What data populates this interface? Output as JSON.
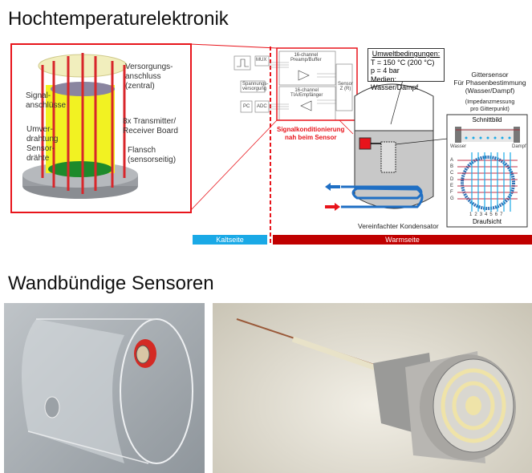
{
  "section1": {
    "title": "Hochtemperaturelektronik",
    "left_figure": {
      "labels": [
        "Versorgungs-\nanschluss\n(zentral)",
        "Signal-\nanschlüsse",
        "8x Transmitter/\nReceiver Board",
        "Umver-\ndrahtung\nSensor-\ndrähte",
        "Flansch\n(sensorseitig)"
      ]
    },
    "block_diagram": {
      "mux": "MUX",
      "power": "Spannungs-\nversorgung",
      "pc": "PC",
      "adc": "ADC",
      "preamp": "16-channel\nPreamp/Buffer",
      "tia": "16-channel\nTIA/Empfänger",
      "sensor": "Sensor\nZ (R)"
    },
    "signal_note": "Signalkonditionierung\nnah beim Sensor",
    "conditions": {
      "heading": "Umweltbedingungen:",
      "lines": [
        "T = 150 °C (200 °C)",
        "p = 4 bar",
        "Medien: Wasser/Dampf"
      ]
    },
    "grid_sensor": {
      "title": "Gittersensor\nFür Phasenbestimmung\n(Wasser/Dampf)",
      "note": "(Impedanzmessung\npro Gitterpunkt)",
      "section_title": "Schnittbild",
      "water": "Wasser",
      "steam": "Dampf",
      "row_labels": [
        "A",
        "B",
        "C",
        "D",
        "E",
        "F",
        "G"
      ],
      "col_labels": [
        "1",
        "2",
        "3",
        "4",
        "5",
        "6",
        "7"
      ],
      "top_view": "Draufsicht"
    },
    "condenser_label": "Vereinfachter Kondensator",
    "cold_side": "Kaltseite",
    "warm_side": "Warmseite",
    "colors": {
      "red": "#e8141b",
      "cold": "#1aa9e6",
      "warm": "#c00000",
      "blue": "#1f6fc4"
    }
  },
  "section2": {
    "title": "Wandbündige Sensoren"
  }
}
